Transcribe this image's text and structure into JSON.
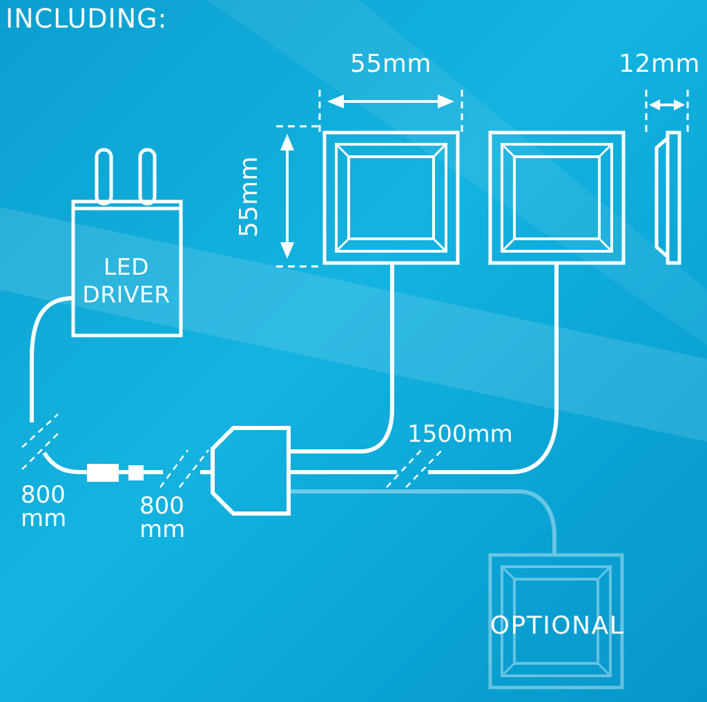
{
  "header": {
    "title": "INCLUDING:"
  },
  "driver": {
    "line1": "LED",
    "line2": "DRIVER"
  },
  "dimensions": {
    "width": "55mm",
    "height": "55mm",
    "depth": "12mm"
  },
  "cables": {
    "left_line1": "800",
    "left_line2": "mm",
    "mid_line1": "800",
    "mid_line2": "mm",
    "light_lead": "1500mm"
  },
  "optional": {
    "label": "OPTIONAL"
  },
  "colors": {
    "background": "#0aa6d6",
    "line": "#ffffff"
  }
}
